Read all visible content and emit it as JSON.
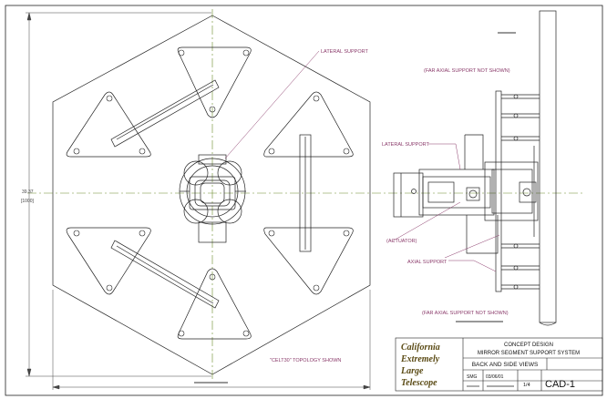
{
  "annotations": {
    "lateral_support_top": "LATERAL SUPPORT",
    "far_axial_top": "(FAR AXIAL SUPPORT NOT SHOWN)",
    "lateral_support_side": "LATERAL SUPPORT",
    "actuator": "(ACTUATOR)",
    "axial_support": "AXIAL SUPPORT",
    "far_axial_bottom": "(FAR AXIAL SUPPORT NOT SHOWN)",
    "topology": "\"CELT30\" TOPOLOGY SHOWN"
  },
  "dimension": {
    "value": "39.37",
    "value_mm": "[1000]"
  },
  "title_block": {
    "logo": [
      "California",
      "Extremely",
      "Large",
      "Telescope"
    ],
    "line1": "CONCEPT DESIGN",
    "line2": "MIRROR SEGMENT SUPPORT SYSTEM",
    "sheet_title": "BACK AND SIDE VIEWS",
    "drawn_by": "SMG",
    "date": "03/06/01",
    "sheet": "1/4",
    "drawing_no": "CAD-1"
  },
  "colors": {
    "line": "#222222",
    "centerline": "#6b8a2a",
    "annotation": "#8a3a6a",
    "logo": "#5a4a14"
  }
}
